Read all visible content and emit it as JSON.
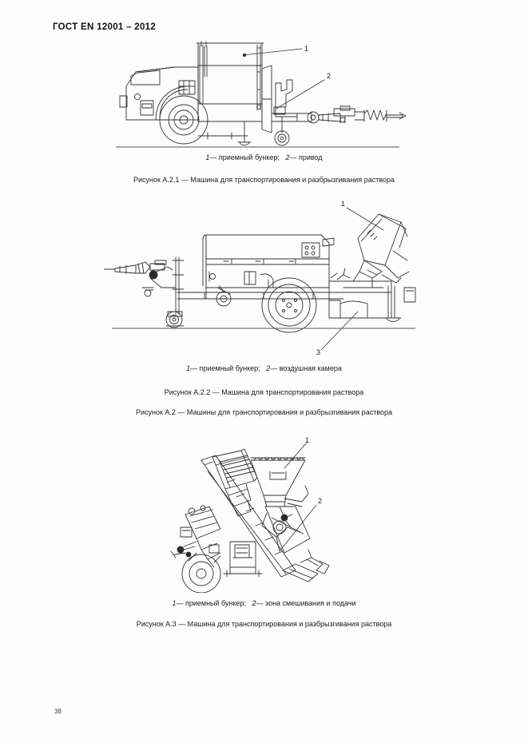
{
  "document": {
    "header": "ГОСТ EN 12001 – 2012",
    "page_number": "38"
  },
  "figures": [
    {
      "id": "fig-a21",
      "alt": "Машина для транспортирования и разбрызгивания раствора, вид сбоку",
      "callouts": [
        "1",
        "2"
      ],
      "legend_parts": {
        "n1": "1",
        "t1": "— приемный бункер;",
        "n2": "2",
        "t2": "— привод"
      },
      "caption": "Рисунок А.2.1 — Машина для транспортирования и разбрызгивания раствора"
    },
    {
      "id": "fig-a22",
      "alt": "Машина для транспортирования раствора на прицепе, вид сбоку",
      "callouts": [
        "1",
        "3"
      ],
      "legend_parts": {
        "n1": "1",
        "t1": "— приемный бункер;",
        "n2": "2",
        "t2": "— воздушная камера"
      },
      "caption": "Рисунок А.2.2 — Машина для транспортирования раствора"
    },
    {
      "id": "fig-a3",
      "alt": "Машина для транспортирования и разбрызгивания раствора с наклонным шнеком",
      "callouts": [
        "1",
        "2"
      ],
      "legend_parts": {
        "n1": "1",
        "t1": "— приемный бункер;",
        "n2": "2",
        "t2": "— зона смешивания и подачи"
      },
      "caption": "Рисунок А.3 — Машина для транспортирования и разбрызгивания раствора"
    }
  ],
  "group_caption": "Рисунок А.2 — Машины для транспортирования и разбрызгивания раствора",
  "colors": {
    "ink": "#1a1a1a",
    "line": "#333333",
    "paper": "#fdfdfd",
    "ground": "#555555"
  }
}
